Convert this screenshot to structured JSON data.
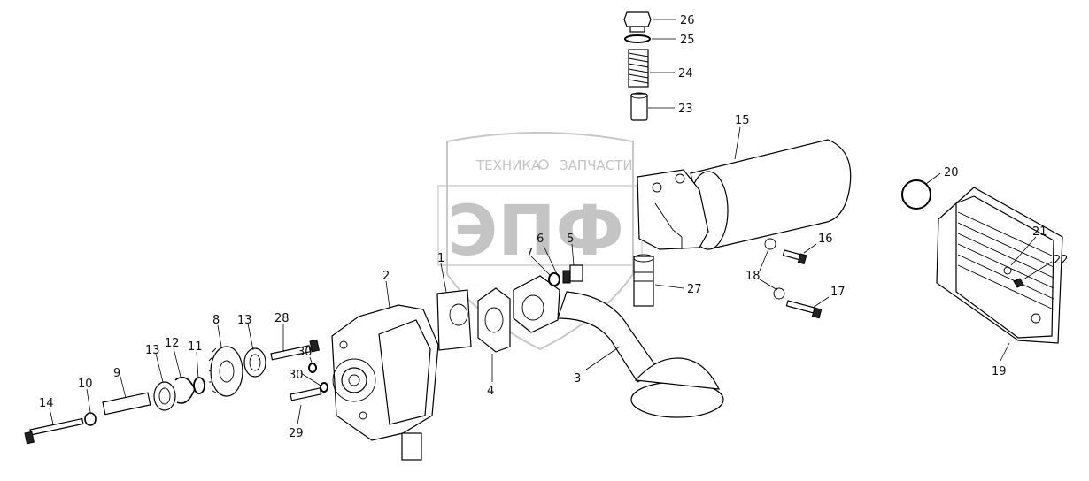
{
  "watermark": {
    "top_text": "ТЕХНИКА",
    "top_text_2": "ЗАПЧАСТИ",
    "logo": "ЭПФ"
  },
  "callouts": [
    {
      "id": "c1",
      "label": "1"
    },
    {
      "id": "c2",
      "label": "2"
    },
    {
      "id": "c3",
      "label": "3"
    },
    {
      "id": "c4",
      "label": "4"
    },
    {
      "id": "c5",
      "label": "5"
    },
    {
      "id": "c6",
      "label": "6"
    },
    {
      "id": "c7",
      "label": "7"
    },
    {
      "id": "c8",
      "label": "8"
    },
    {
      "id": "c9",
      "label": "9"
    },
    {
      "id": "c10",
      "label": "10"
    },
    {
      "id": "c11",
      "label": "11"
    },
    {
      "id": "c12",
      "label": "12"
    },
    {
      "id": "c13a",
      "label": "13"
    },
    {
      "id": "c13b",
      "label": "13"
    },
    {
      "id": "c14",
      "label": "14"
    },
    {
      "id": "c15",
      "label": "15"
    },
    {
      "id": "c16",
      "label": "16"
    },
    {
      "id": "c17",
      "label": "17"
    },
    {
      "id": "c18",
      "label": "18"
    },
    {
      "id": "c19",
      "label": "19"
    },
    {
      "id": "c20",
      "label": "20"
    },
    {
      "id": "c21",
      "label": "21"
    },
    {
      "id": "c22",
      "label": "22"
    },
    {
      "id": "c23",
      "label": "23"
    },
    {
      "id": "c24",
      "label": "24"
    },
    {
      "id": "c25",
      "label": "25"
    },
    {
      "id": "c26",
      "label": "26"
    },
    {
      "id": "c27",
      "label": "27"
    },
    {
      "id": "c28",
      "label": "28"
    },
    {
      "id": "c29",
      "label": "29"
    },
    {
      "id": "c30",
      "label": "30"
    }
  ]
}
